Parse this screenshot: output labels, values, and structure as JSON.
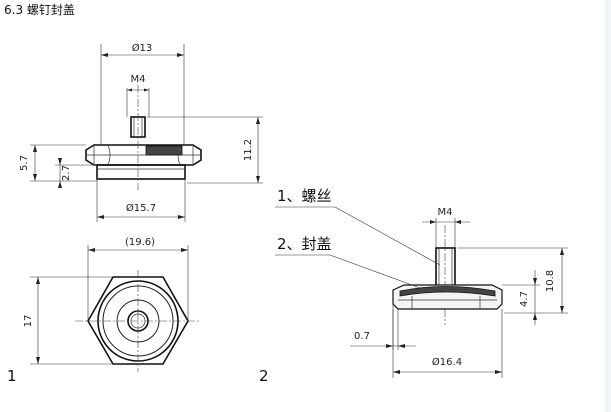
{
  "heading": "6.3  螺钉封盖",
  "figure1": {
    "number": "1",
    "dims": {
      "outer_dia": "Ø13",
      "thread": "M4",
      "total_height": "11.2",
      "body_height": "5.7",
      "cap_height": "2.7",
      "base_dia": "Ø15.7",
      "hex_across_corners": "(19.6)",
      "hex_across_flats": "17"
    }
  },
  "figure2": {
    "number": "2",
    "callout_screw": "1、螺丝",
    "callout_cap": "2、封盖",
    "dims": {
      "thread": "M4",
      "total_height": "10.8",
      "cap_height": "4.7",
      "lip": "0.7",
      "base_dia": "Ø16.4"
    }
  }
}
